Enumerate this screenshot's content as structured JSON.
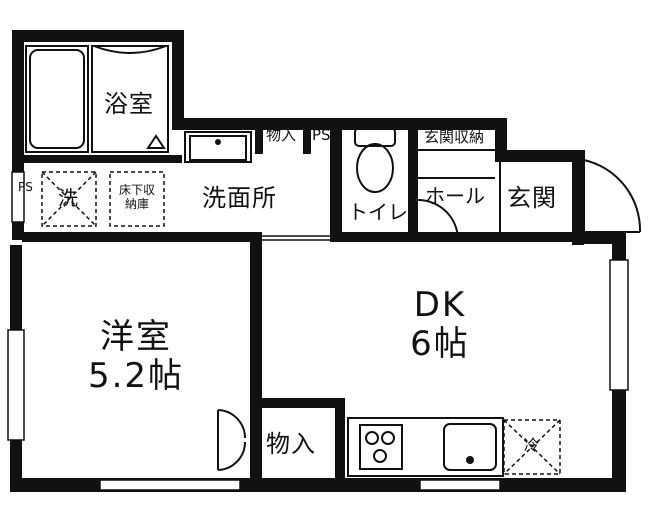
{
  "rooms": {
    "bathroom": "浴室",
    "storage_small": "物入",
    "ps": "PS",
    "entrance_storage": "玄関収納",
    "washroom": "洗面所",
    "washer": "洗",
    "underfloor_storage": "床下収納庫",
    "toilet": "トイレ",
    "hall": "ホール",
    "entrance": "玄関",
    "western_room_name": "洋室",
    "western_room_size": "5.2帖",
    "dk_name": "DK",
    "dk_size": "6帖",
    "closet": "物入",
    "fridge": "冷",
    "ps_left": "PS"
  }
}
